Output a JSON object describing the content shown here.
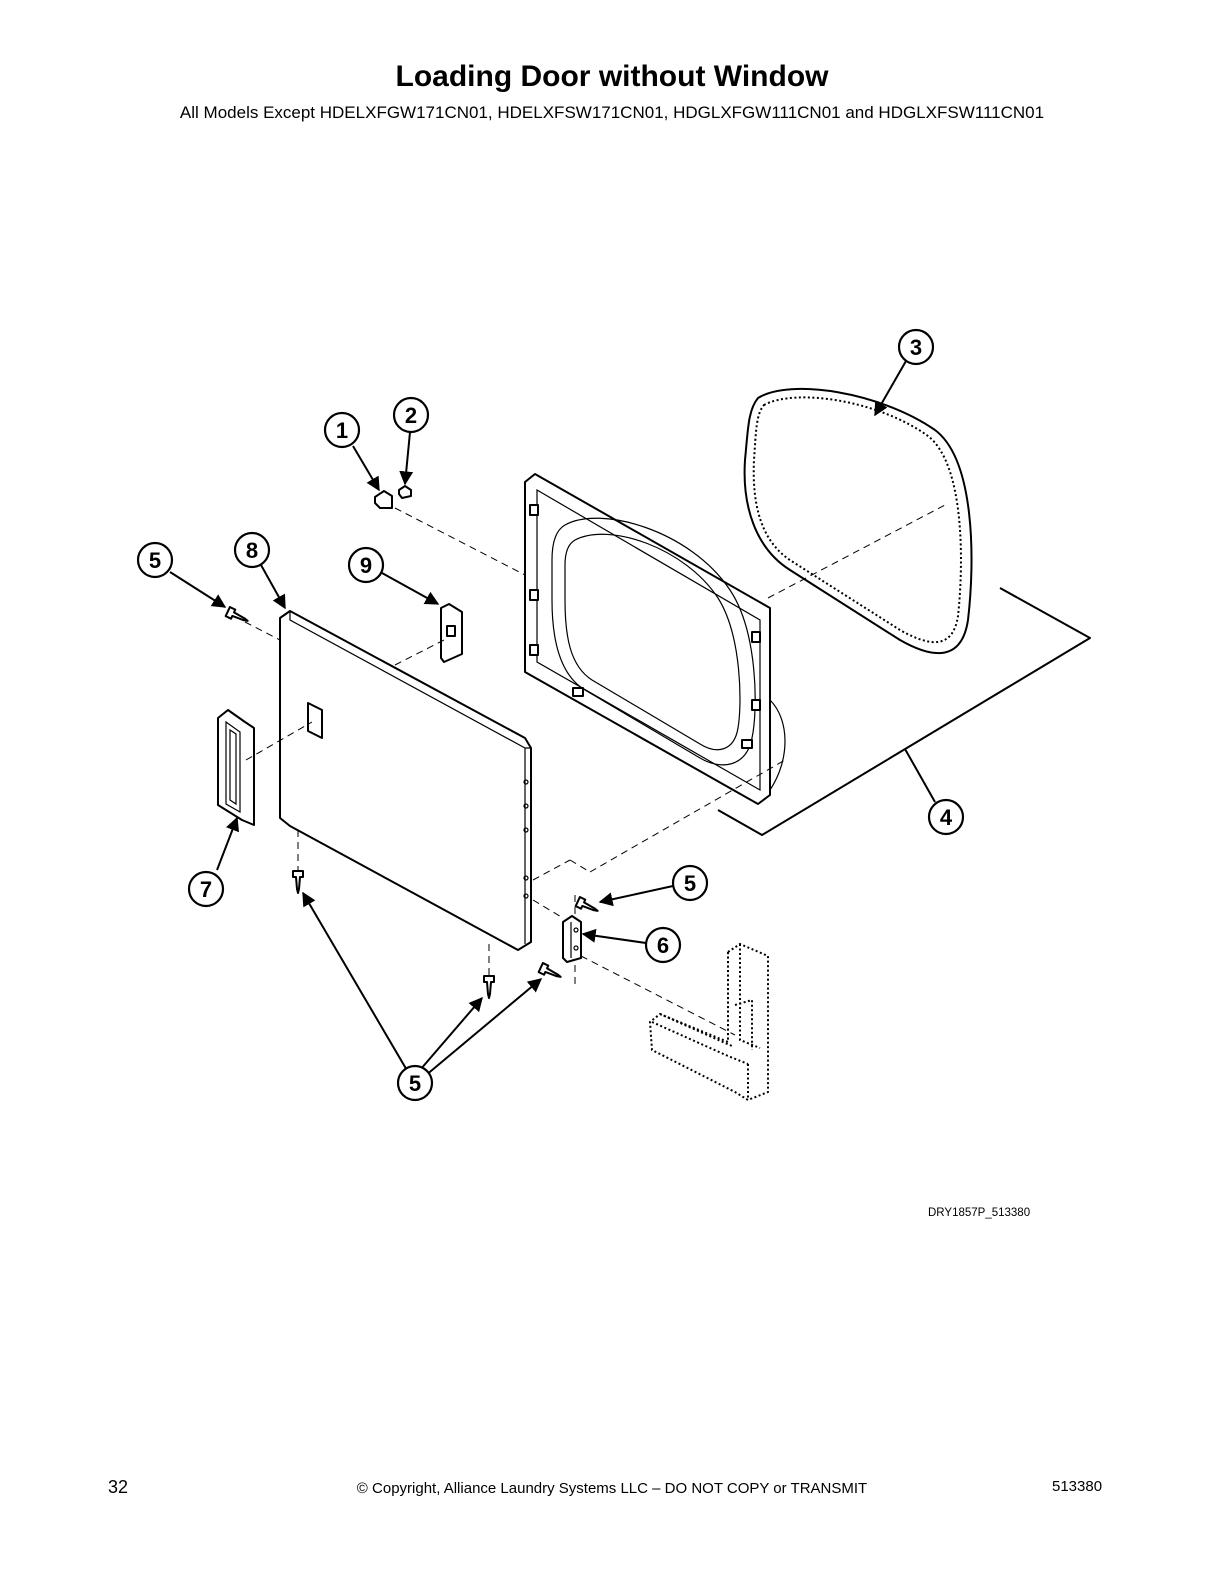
{
  "header": {
    "title": "Loading Door without Window",
    "subtitle": "All Models Except HDELXFGW171CN01, HDELXFSW171CN01, HDGLXFGW111CN01 and HDGLXFSW111CN01"
  },
  "diagram": {
    "figure_code": "DRY1857P_513380",
    "callouts": {
      "c1": "1",
      "c2": "2",
      "c3": "3",
      "c4": "4",
      "c5_left": "5",
      "c5_right": "5",
      "c5_bottom": "5",
      "c6": "6",
      "c7": "7",
      "c8": "8",
      "c9": "9"
    }
  },
  "footer": {
    "page_number": "32",
    "copyright": "© Copyright, Alliance Laundry Systems LLC – DO NOT COPY or TRANSMIT",
    "doc_number": "513380"
  }
}
